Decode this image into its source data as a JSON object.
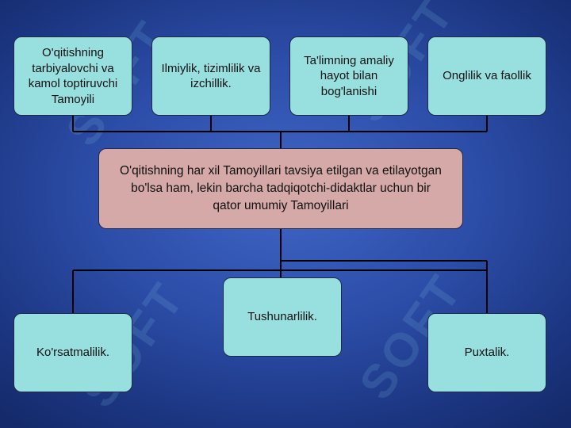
{
  "watermark_text": "SOFT",
  "colors": {
    "top_box_fill": "#98e0e0",
    "center_box_fill": "#d4a9a7",
    "bottom_box_fill": "#98e0e0",
    "connector": "#000000",
    "background": "#2c4da8"
  },
  "top_boxes": [
    {
      "label": "O'qitishning tarbiyalovchi va kamol toptiruvchi Tamoyili"
    },
    {
      "label": "Ilmiylik, tizimlilik va izchillik."
    },
    {
      "label": "Ta'limning amaliy hayot bilan bog'lanishi"
    },
    {
      "label": "Onglilik va faollik"
    }
  ],
  "center_box": {
    "label": "O'qitishning har xil Tamoyillari tavsiya etilgan va etilayotgan bo'lsa ham, lekin barcha tadqiqotchi-didaktlar uchun bir qator umumiy Tamoyillari"
  },
  "bottom_boxes": [
    {
      "label": "Ko'rsatmalilik."
    },
    {
      "label": "Tushunarlilik."
    },
    {
      "label": "Puxtalik."
    }
  ]
}
